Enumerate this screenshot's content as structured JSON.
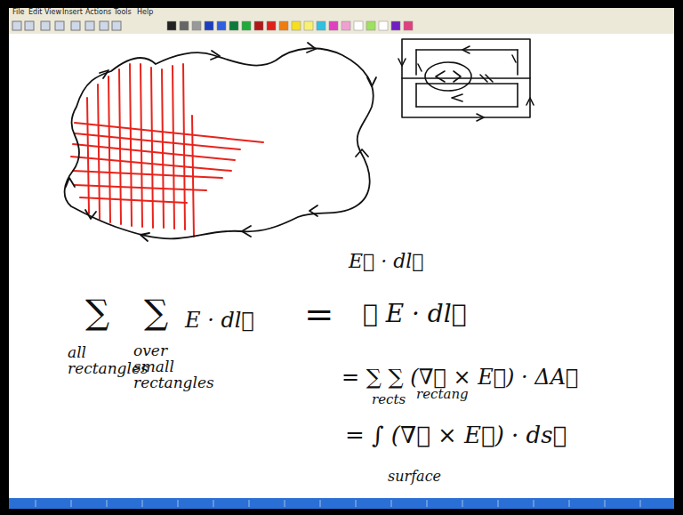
{
  "diagram": {
    "labels": [
      "File",
      "Edit",
      "View",
      "Insert",
      "Actions",
      "Tools",
      "Help",
      "E⃗ · dl⃗",
      "∑",
      "∑",
      "E · dl⃗",
      "=",
      "∮ E · dl⃗",
      "all rectangles",
      "over small rectangles",
      "= ∑ ∑ (∇⃗ × E⃗) · ΔA⃗",
      "rects",
      "rectang",
      "= ∫ (∇⃗ × E⃗) · ds⃗",
      "surface"
    ]
  }
}
